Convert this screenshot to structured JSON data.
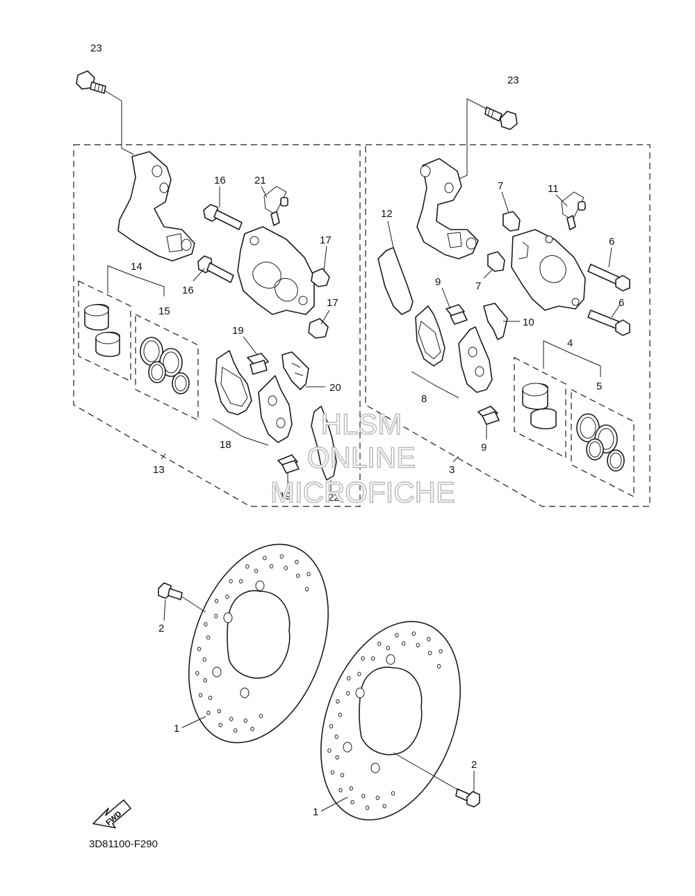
{
  "diagram": {
    "code": "3D81100-F290",
    "fwd_label": "FWD",
    "watermark": [
      "HLSM",
      "ONLINE",
      "MICROFICHE"
    ],
    "callouts": {
      "c23a": "23",
      "c23b": "23",
      "c16a": "16",
      "c16b": "16",
      "c21": "21",
      "c17a": "17",
      "c17b": "17",
      "c14": "14",
      "c15": "15",
      "c19a": "19",
      "c19b": "19",
      "c20": "20",
      "c18": "18",
      "c22": "22",
      "c13": "13",
      "c12": "12",
      "c7a": "7",
      "c7b": "7",
      "c11": "11",
      "c6a": "6",
      "c6b": "6",
      "c9a": "9",
      "c9b": "9",
      "c10": "10",
      "c8": "8",
      "c4": "4",
      "c5": "5",
      "c3": "3",
      "c2a": "2",
      "c2b": "2",
      "c1a": "1",
      "c1b": "1"
    }
  }
}
